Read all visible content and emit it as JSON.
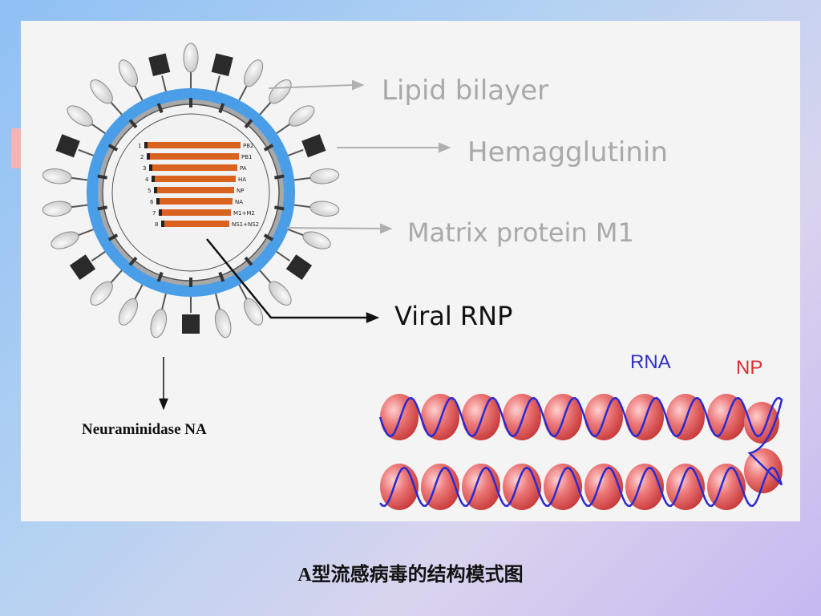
{
  "labels": {
    "lipid_bilayer": "Lipid bilayer",
    "hemagglutinin": "Hemagglutinin",
    "matrix_protein": "Matrix protein M1",
    "viral_rnp": "Viral RNP",
    "neuraminidase": "Neuraminidase NA",
    "rna": "RNA",
    "np": "NP"
  },
  "segments": [
    {
      "number": "1",
      "name": "PB2"
    },
    {
      "number": "2",
      "name": "PB1"
    },
    {
      "number": "3",
      "name": "PA"
    },
    {
      "number": "4",
      "name": "HA"
    },
    {
      "number": "5",
      "name": "NP"
    },
    {
      "number": "6",
      "name": "NA"
    },
    {
      "number": "7",
      "name": "M1+M2"
    },
    {
      "number": "8",
      "name": "NS1+NS2"
    }
  ],
  "caption": "A型流感病毒的结构模式图",
  "colors": {
    "envelope": "#4a9ee8",
    "rnp_segment": "#d8621e",
    "np_bead": "#e86868",
    "rna_strand": "#2a2ad0",
    "np_label": "#d83030",
    "rna_label": "#3030c0"
  }
}
